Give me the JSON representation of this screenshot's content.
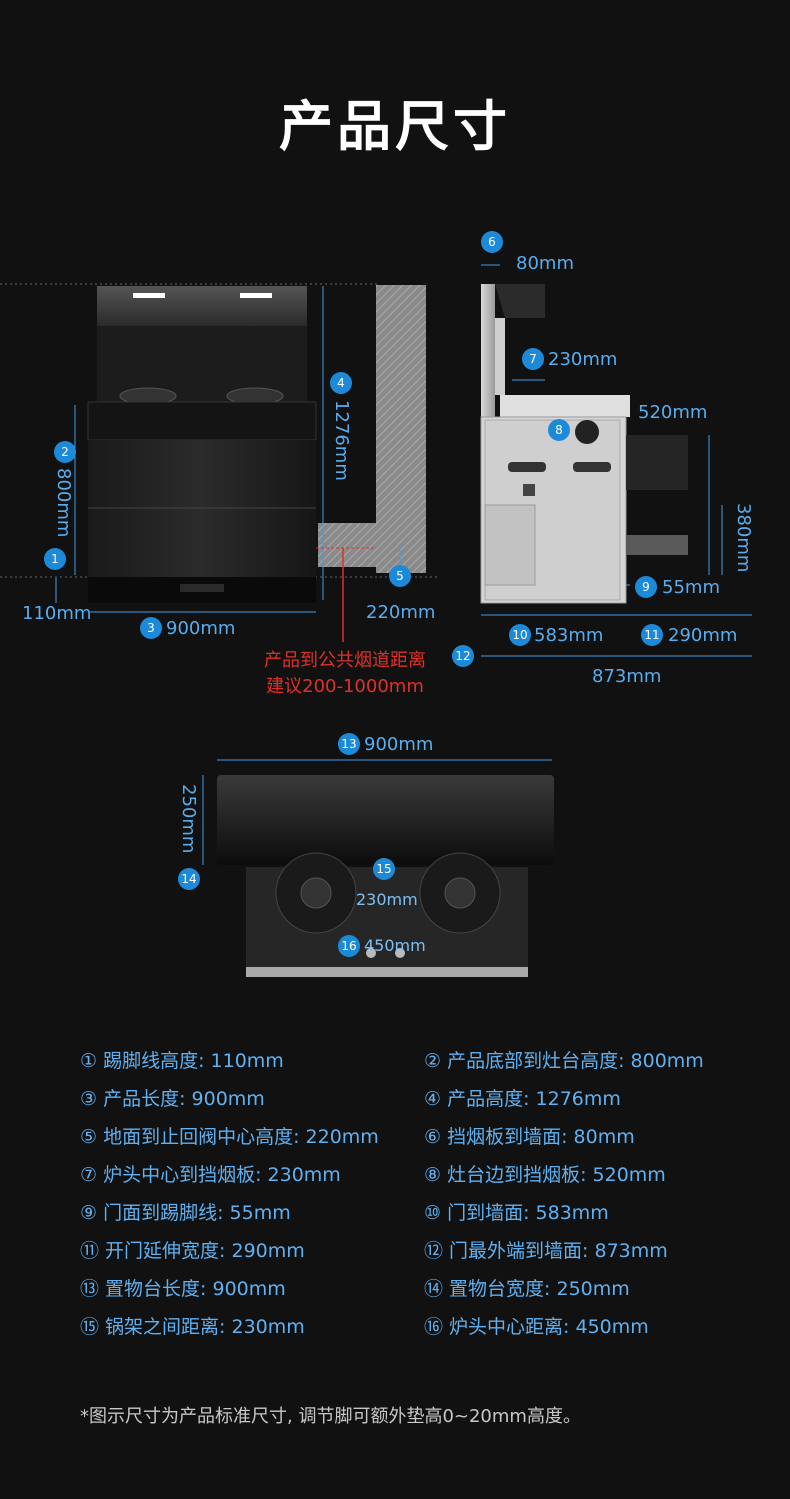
{
  "title": "产品尺寸",
  "markers": [
    "1",
    "2",
    "3",
    "4",
    "5",
    "6",
    "7",
    "8",
    "9",
    "10",
    "11",
    "12",
    "13",
    "14",
    "15",
    "16"
  ],
  "front_dims": {
    "kick_height": "110mm",
    "bottom_to_stove": "800mm",
    "length": "900mm",
    "height": "1276mm",
    "valve_height": "220mm"
  },
  "warning": [
    "产品到公共烟道距离",
    "建议200-1000mm"
  ],
  "side_dims": {
    "baffle_to_wall": "80mm",
    "burner_to_baffle": "230mm",
    "stove_edge_to_baffle": "520mm",
    "door_depth": "380mm",
    "door_to_kick": "55mm",
    "door_to_wall": "583mm",
    "open_extension": "290mm",
    "outer_to_wall": "873mm"
  },
  "top_dims": {
    "shelf_length": "900mm",
    "shelf_width": "250mm",
    "rack_gap": "230mm",
    "burner_center": "450mm"
  },
  "specs": [
    "① 踢脚线高度: 110mm",
    "② 产品底部到灶台高度: 800mm",
    "③ 产品长度: 900mm",
    "④ 产品高度: 1276mm",
    "⑤ 地面到止回阀中心高度: 220mm",
    "⑥ 挡烟板到墙面: 80mm",
    "⑦ 炉头中心到挡烟板: 230mm",
    "⑧ 灶台边到挡烟板: 520mm",
    "⑨ 门面到踢脚线: 55mm",
    "⑩ 门到墙面: 583mm",
    "⑪ 开门延伸宽度: 290mm",
    "⑫ 门最外端到墙面: 873mm",
    "⑬ 置物台长度: 900mm",
    "⑭ 置物台宽度: 250mm",
    "⑮ 锅架之间距离: 230mm",
    "⑯ 炉头中心距离: 450mm"
  ],
  "note": "*图示尺寸为产品标准尺寸, 调节脚可额外垫高0~20mm高度。",
  "colors": {
    "accent": "#1d8ad9",
    "dim_text": "#56aef0",
    "warning": "#e0302a",
    "background": "#111111"
  }
}
